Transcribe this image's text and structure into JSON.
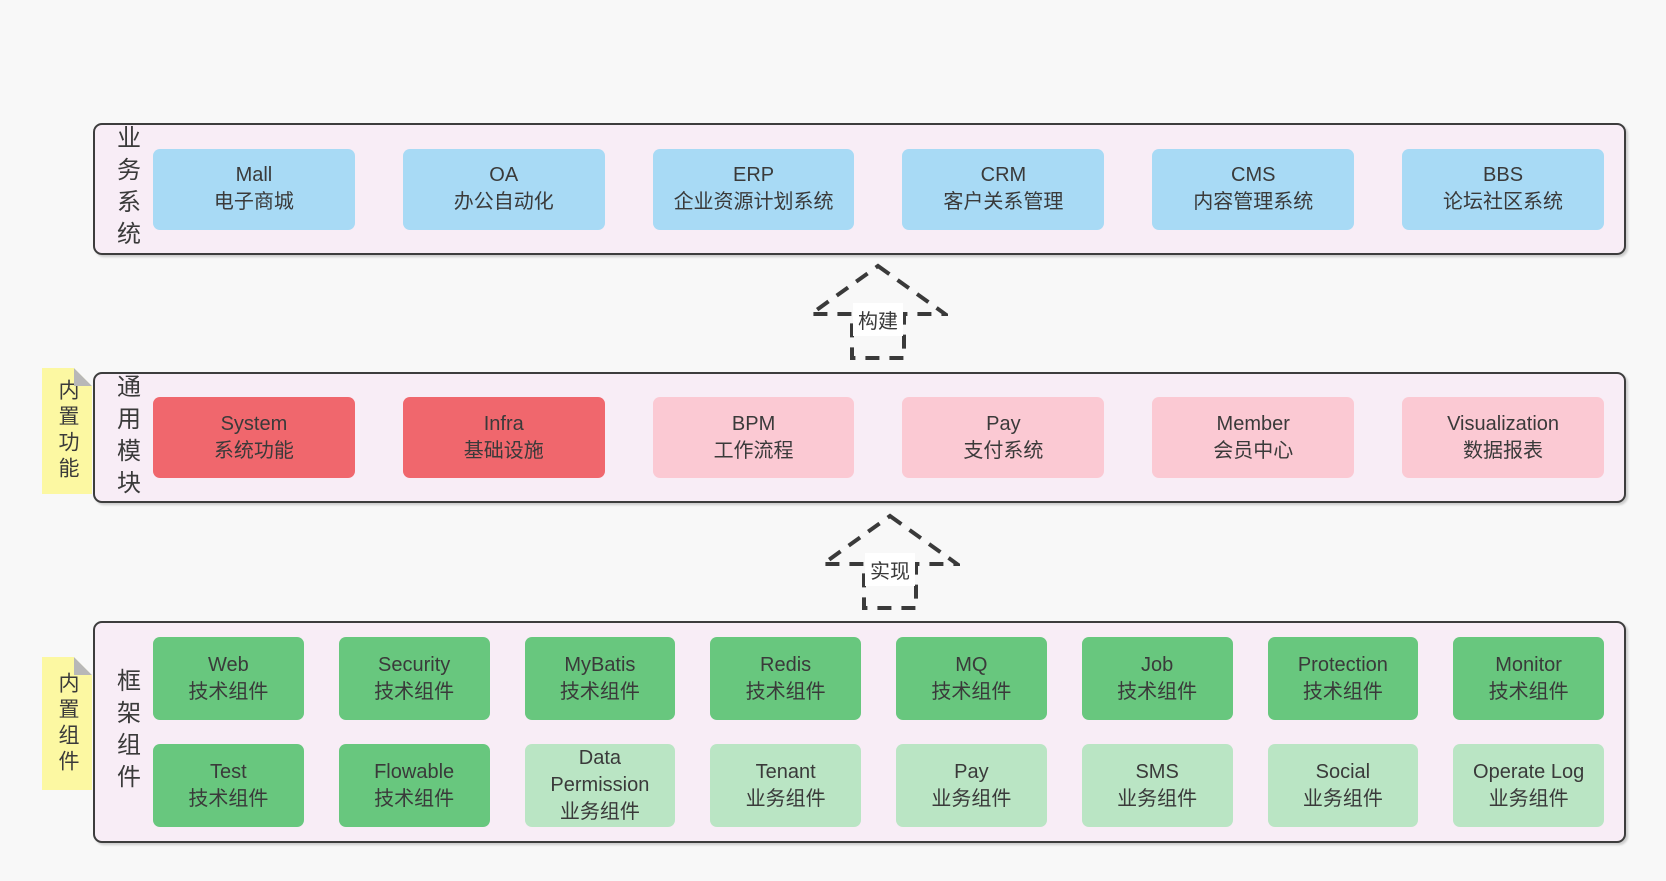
{
  "diagram": {
    "colors": {
      "page_bg": "#f8f8f8",
      "band_bg": "#f8edf6",
      "band_border": "#3d3d3d",
      "blue": "#a8daf5",
      "red": "#f0676d",
      "pink": "#fbc9d3",
      "green": "#68c77e",
      "green_light": "#bae5c4",
      "sticky_yellow": "#fcf8a2",
      "sticky_fold": "#b8b8b8",
      "text": "#3a3a3a"
    }
  },
  "bands": [
    {
      "label": "业务系统",
      "boxes": [
        {
          "name": "Mall",
          "desc": "电子商城"
        },
        {
          "name": "OA",
          "desc": "办公自动化"
        },
        {
          "name": "ERP",
          "desc": "企业资源计划系统"
        },
        {
          "name": "CRM",
          "desc": "客户关系管理"
        },
        {
          "name": "CMS",
          "desc": "内容管理系统"
        },
        {
          "name": "BBS",
          "desc": "论坛社区系统"
        }
      ]
    },
    {
      "label": "通用模块",
      "sticky": "内置功能",
      "boxes": [
        {
          "name": "System",
          "desc": "系统功能"
        },
        {
          "name": "Infra",
          "desc": "基础设施"
        },
        {
          "name": "BPM",
          "desc": "工作流程"
        },
        {
          "name": "Pay",
          "desc": "支付系统"
        },
        {
          "name": "Member",
          "desc": "会员中心"
        },
        {
          "name": "Visualization",
          "desc": "数据报表"
        }
      ]
    },
    {
      "label": "框架组件",
      "sticky": "内置组件",
      "rows": [
        {
          "boxes": [
            {
              "name": "Web",
              "desc": "技术组件"
            },
            {
              "name": "Security",
              "desc": "技术组件"
            },
            {
              "name": "MyBatis",
              "desc": "技术组件"
            },
            {
              "name": "Redis",
              "desc": "技术组件"
            },
            {
              "name": "MQ",
              "desc": "技术组件"
            },
            {
              "name": "Job",
              "desc": "技术组件"
            },
            {
              "name": "Protection",
              "desc": "技术组件"
            },
            {
              "name": "Monitor",
              "desc": "技术组件"
            }
          ]
        },
        {
          "boxes": [
            {
              "name": "Test",
              "desc": "技术组件"
            },
            {
              "name": "Flowable",
              "desc": "技术组件"
            },
            {
              "name": "Data Permission",
              "desc": "业务组件"
            },
            {
              "name": "Tenant",
              "desc": "业务组件"
            },
            {
              "name": "Pay",
              "desc": "业务组件"
            },
            {
              "name": "SMS",
              "desc": "业务组件"
            },
            {
              "name": "Social",
              "desc": "业务组件"
            },
            {
              "name": "Operate Log",
              "desc": "业务组件"
            }
          ]
        }
      ]
    }
  ],
  "arrows": [
    {
      "label": "构建"
    },
    {
      "label": "实现"
    }
  ]
}
